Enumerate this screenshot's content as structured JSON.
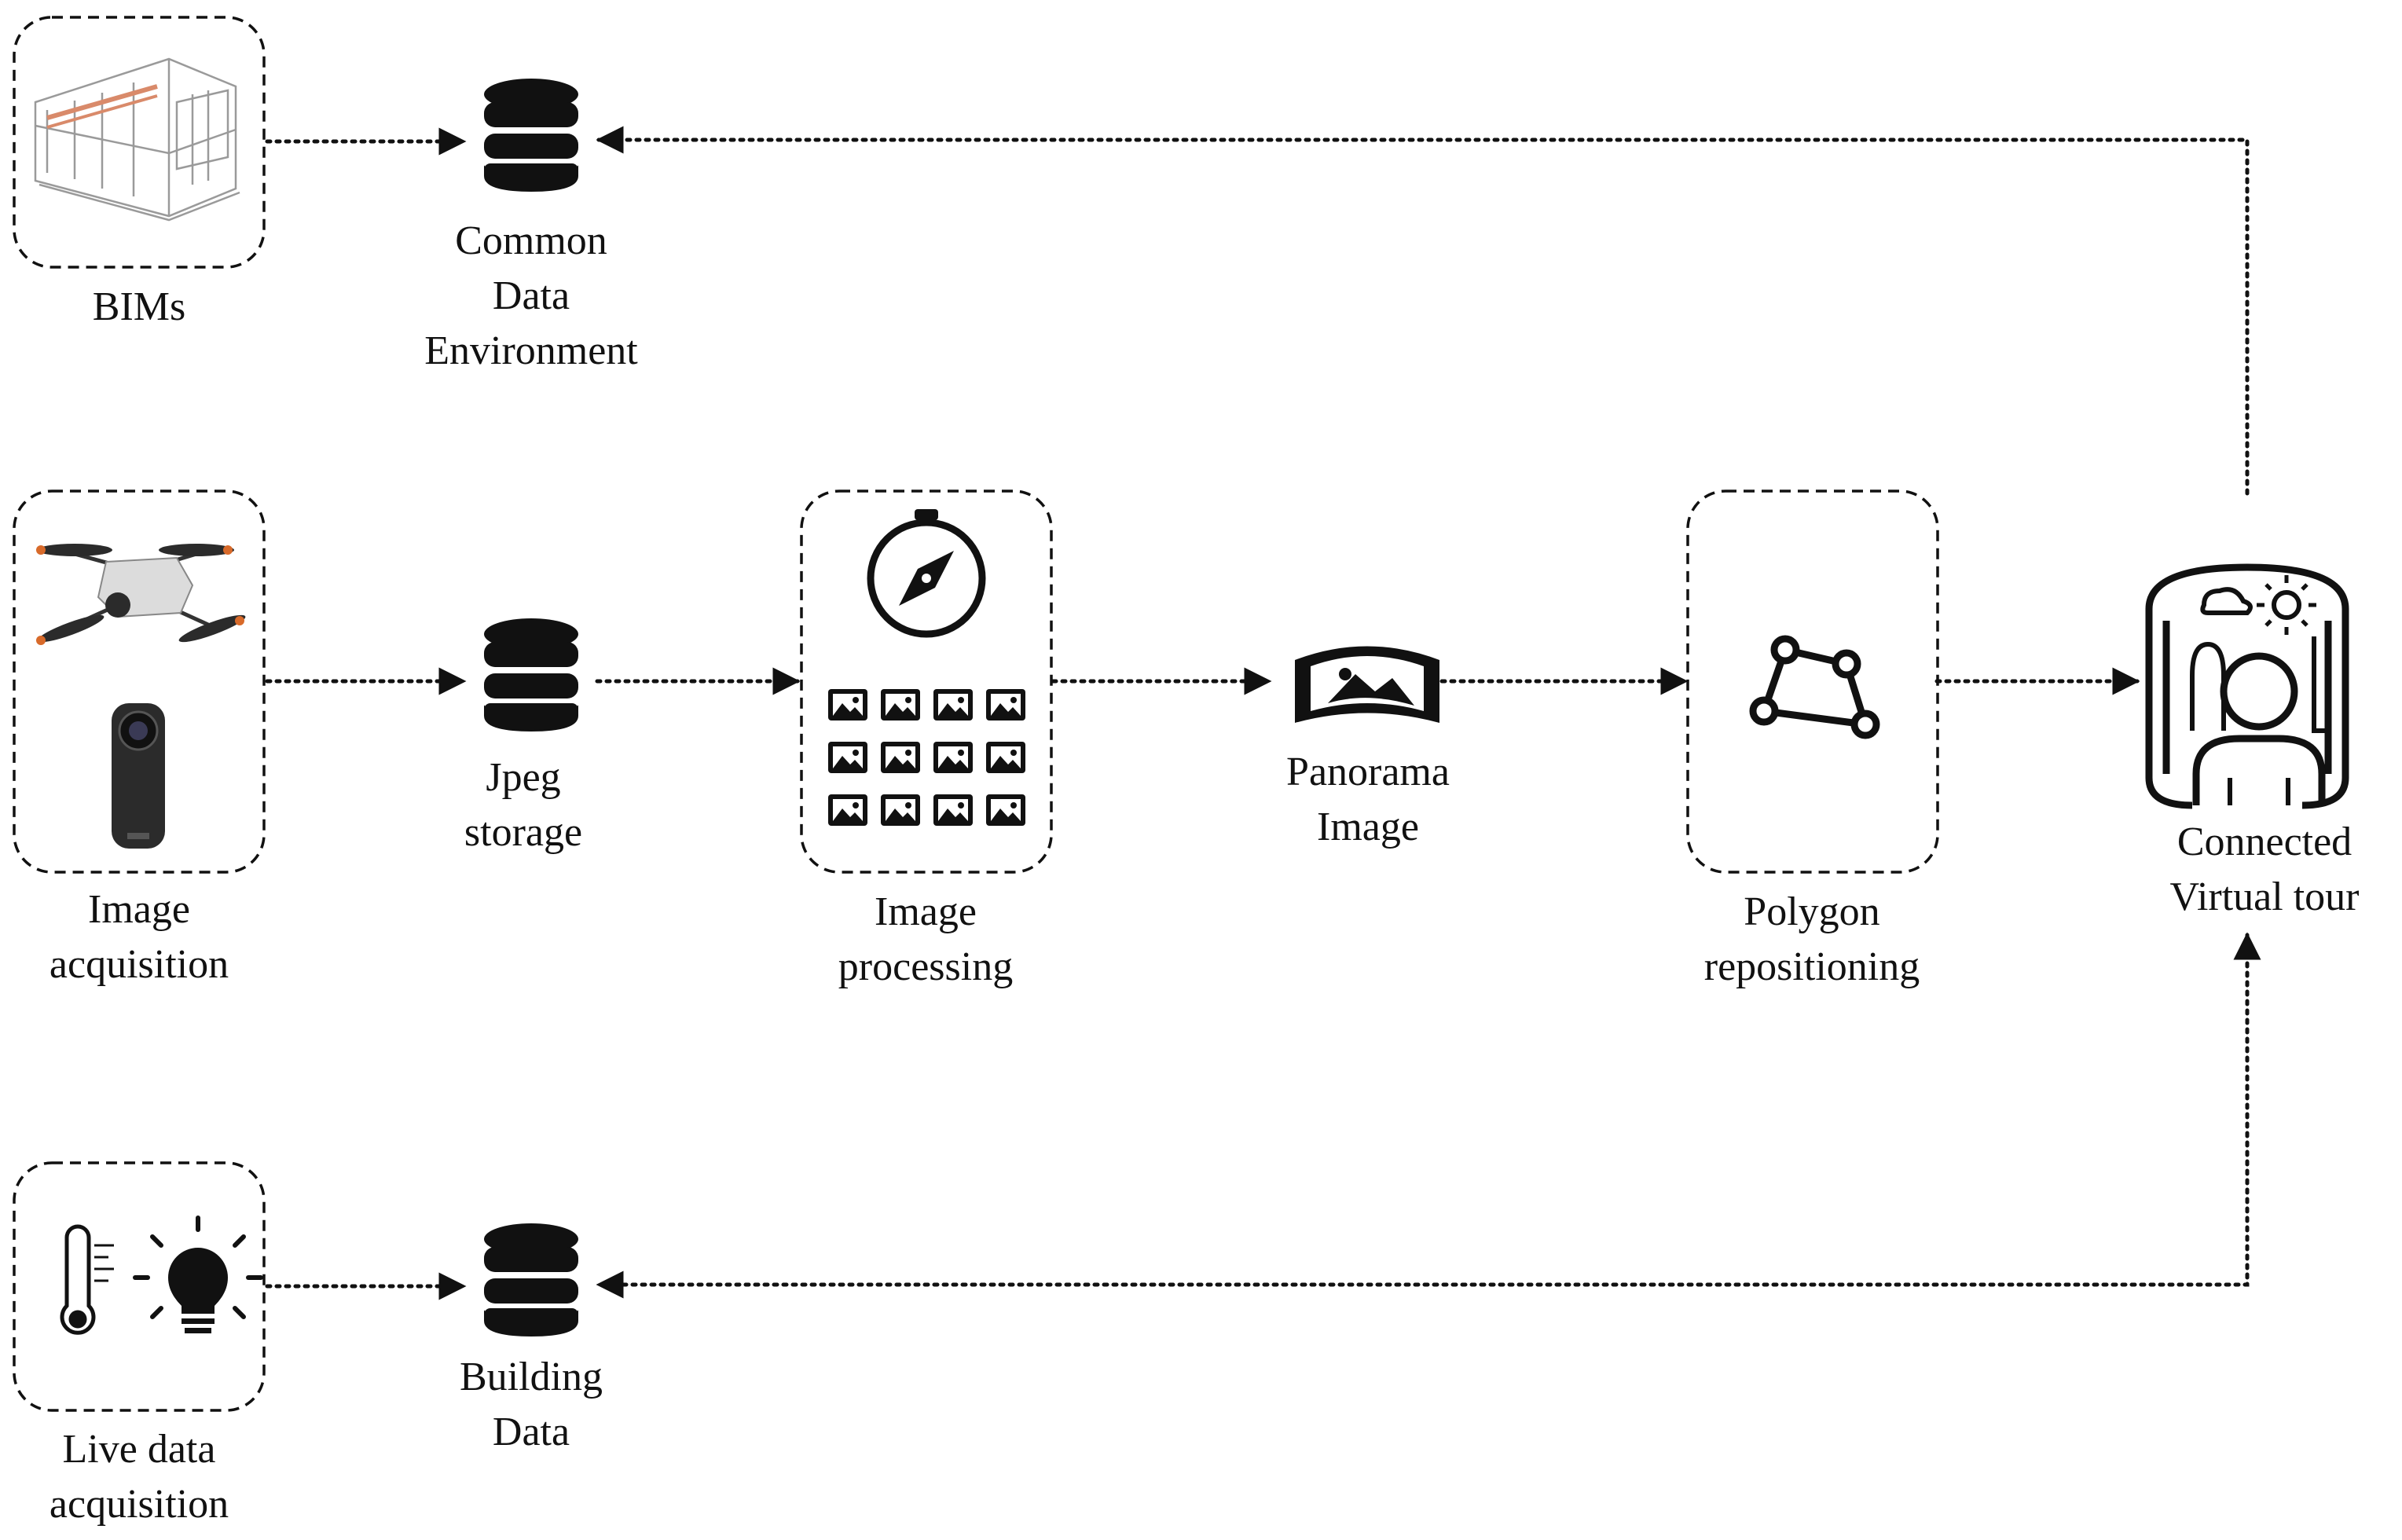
{
  "colors": {
    "stroke": "#111111",
    "background": "#ffffff",
    "device_dark": "#2b2b2b",
    "drone_body": "#d9d9d9",
    "prop_tip": "#d86a2a",
    "bim_accent": "#d98a6a"
  },
  "nodes": {
    "bims": {
      "lines": [
        "BIMs"
      ],
      "icon": "building-model-icon"
    },
    "cde": {
      "lines": [
        "Common",
        "Data",
        "Environment"
      ],
      "icon": "database-icon"
    },
    "image_acquisition": {
      "lines": [
        "Image",
        "acquisition"
      ],
      "icon": "drone-and-360-camera-icon"
    },
    "jpeg_storage": {
      "lines": [
        "Jpeg",
        "storage"
      ],
      "icon": "database-icon"
    },
    "image_processing": {
      "lines": [
        "Image",
        "processing"
      ],
      "icon": "compass-and-image-grid-icon"
    },
    "panorama_image": {
      "lines": [
        "Panorama",
        "Image"
      ],
      "icon": "panorama-icon"
    },
    "polygon_repositioning": {
      "lines": [
        "Polygon",
        "repositioning"
      ],
      "icon": "polygon-icon"
    },
    "connected_virtual_tour": {
      "lines": [
        "Connected",
        "Virtual tour"
      ],
      "icon": "virtual-tour-icon"
    },
    "live_data_acquisition": {
      "lines": [
        "Live data",
        "acquisition"
      ],
      "icon": "thermometer-and-bulb-icon"
    },
    "building_data": {
      "lines": [
        "Building",
        "Data"
      ],
      "icon": "database-icon"
    }
  },
  "edges": [
    {
      "from": "bims",
      "to": "cde",
      "style": "dotted"
    },
    {
      "from": "connected_virtual_tour",
      "to": "cde",
      "style": "dotted"
    },
    {
      "from": "image_acquisition",
      "to": "jpeg_storage",
      "style": "dotted"
    },
    {
      "from": "jpeg_storage",
      "to": "image_processing",
      "style": "dotted"
    },
    {
      "from": "image_processing",
      "to": "panorama_image",
      "style": "dotted"
    },
    {
      "from": "panorama_image",
      "to": "polygon_repositioning",
      "style": "dotted"
    },
    {
      "from": "polygon_repositioning",
      "to": "connected_virtual_tour",
      "style": "dotted"
    },
    {
      "from": "live_data_acquisition",
      "to": "building_data",
      "style": "dotted"
    },
    {
      "from": "connected_virtual_tour",
      "to": "building_data",
      "style": "dotted"
    },
    {
      "from": "building_data",
      "to": "connected_virtual_tour",
      "style": "dotted"
    }
  ]
}
